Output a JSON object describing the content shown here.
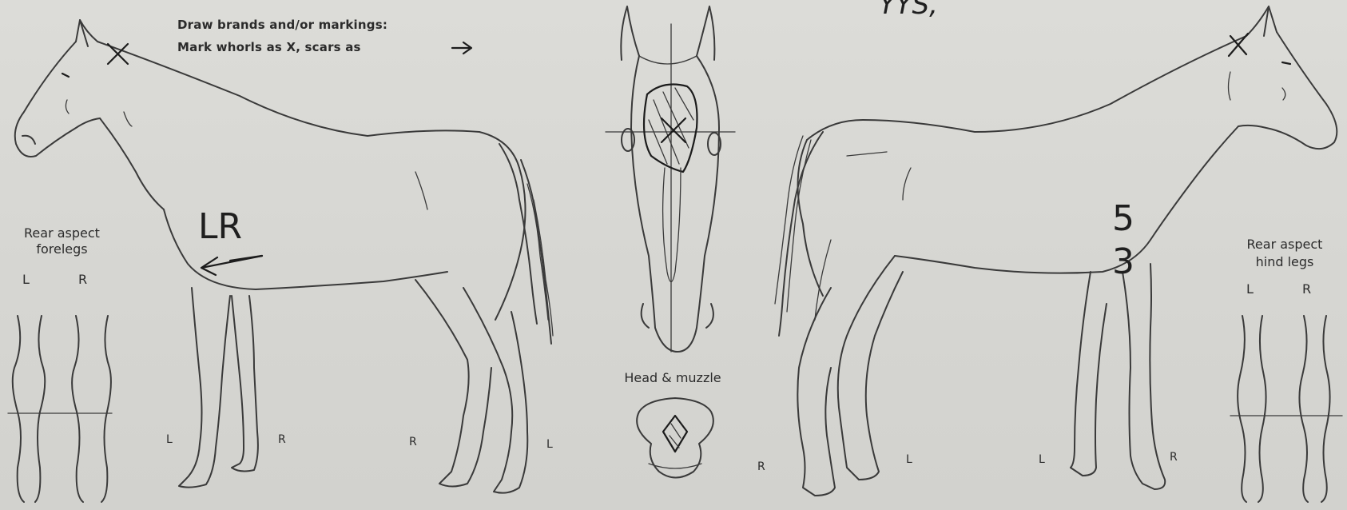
{
  "header": {
    "instruction_line1": "Draw brands and/or markings:",
    "instruction_line2": "Mark whorls as X, scars as"
  },
  "forelegs_panel": {
    "title_line1": "Rear aspect",
    "title_line2": "forelegs",
    "left": "L",
    "right": "R"
  },
  "hindlegs_panel": {
    "title_line1": "Rear aspect",
    "title_line2": "hind legs",
    "left": "L",
    "right": "R"
  },
  "head_panel": {
    "label": "Head & muzzle"
  },
  "left_side_view": {
    "leg_labels": [
      "L",
      "R",
      "R",
      "L"
    ]
  },
  "right_side_view": {
    "leg_labels": [
      "L",
      "L",
      "R"
    ]
  },
  "misc_labels": {
    "center_r": "R"
  },
  "handwriting": {
    "scar_note": "LR",
    "brand_top": "5",
    "brand_bottom": "3",
    "top_scrawl": "YYS,"
  }
}
